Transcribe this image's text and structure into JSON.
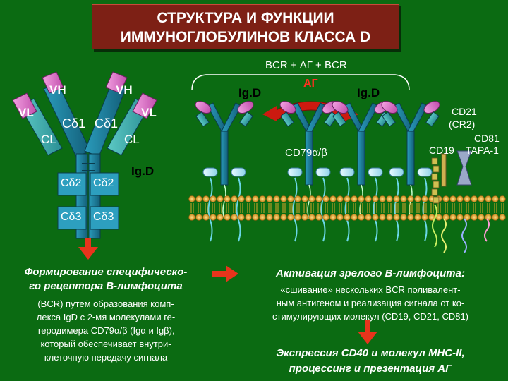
{
  "title": {
    "line1": "СТРУКТУРА И ФУНКЦИИ",
    "line2": "ИММУНОГЛОБУЛИНОВ КЛАССА D"
  },
  "antibody": {
    "vh_left": "VH",
    "vh_right": "VH",
    "vl_left": "VL",
    "vl_right": "VL",
    "cd1_left": "Cδ1",
    "cd1_right": "Cδ1",
    "cl_left": "CL",
    "cl_right": "CL",
    "cd2_left": "Cδ2",
    "cd2_right": "Cδ2",
    "cd3_left": "Cδ3",
    "cd3_right": "Cδ3",
    "igd": "Ig.D"
  },
  "crosslink": {
    "header": "BCR + АГ + BCR",
    "igd_left": "Ig.D",
    "igd_right": "Ig.D",
    "antigen": "АГ",
    "cd79": "CD79α/β"
  },
  "coreceptors": {
    "cd21": "CD21",
    "cr2": "(CR2)",
    "cd81": "CD81",
    "cd19": "CD19",
    "tapa": "TAPA-1"
  },
  "left_text": {
    "heading1": "Формирование специфическо-",
    "heading2": "го рецептора В-лимфоцита",
    "line1": "(BCR) путем образования комп-",
    "line2": "лекса IgD с 2-мя молекулами ге-",
    "line3": "теродимера CD79α/β (Igα и Igβ),",
    "line4": "который обеспечивает внутри-",
    "line5": "клеточную передачу сигнала"
  },
  "right_text": {
    "heading": "Активация зрелого В-лимфоцита:",
    "line1": "«сшивание» нескольких BCR поливалент-",
    "line2": "ным антигеном и реализация сигнала от ко-",
    "line3": "стимулирующих молекул (CD19, CD21, CD81)",
    "bottom1": "Экспрессия CD40 и молекул МНС-II,",
    "bottom2": "процессинг и презентация АГ"
  },
  "colors": {
    "background": "#0b6b12",
    "title_box": "#7d2015",
    "heavy_chain": "#1c7d9a",
    "light_chain": "#3ab0b0",
    "variable_domain": "#e070c8",
    "membrane_head": "#d9a52a",
    "arrow": "#e8341c",
    "antigen": "#cc1a10"
  }
}
